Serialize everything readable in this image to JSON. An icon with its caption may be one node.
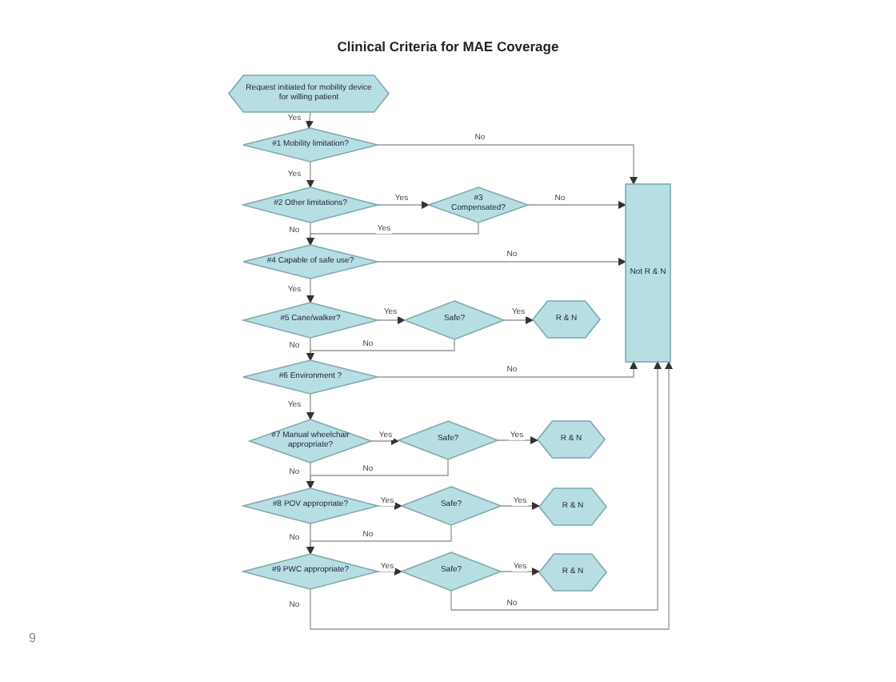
{
  "diagram": {
    "title": "Clinical Criteria for MAE Coverage",
    "nodes": [
      {
        "text": [
          "Request initiated for mobility device for willing patient"
        ]
      },
      {
        "text": [
          "#1 Mobility limitation?"
        ]
      },
      {
        "text": [
          "#2 Other limitations?"
        ]
      },
      {
        "text": [
          "#3 Compensated?"
        ]
      },
      {
        "text": [
          "Not R & N"
        ]
      },
      {
        "text": [
          "#4 Capable of safe use?"
        ]
      },
      {
        "text": [
          "#5 Cane/walker?"
        ]
      },
      {
        "text": [
          "Safe?"
        ]
      },
      {
        "text": [
          "R & N"
        ]
      },
      {
        "text": [
          "#6 Environment ?"
        ]
      },
      {
        "text": [
          "#7 Manual wheelchair appropriate?"
        ]
      },
      {
        "text": [
          "Safe?"
        ]
      },
      {
        "text": [
          "R & N"
        ]
      },
      {
        "text": [
          "#8 POV appropriate?"
        ]
      },
      {
        "text": [
          "Safe?"
        ]
      },
      {
        "text": [
          "R & N"
        ]
      },
      {
        "text": [
          "#9 PWC appropriate?"
        ]
      },
      {
        "text": [
          "Safe?"
        ]
      },
      {
        "text": [
          "R & N"
        ]
      }
    ],
    "edges": [
      {
        "from": 0,
        "to": 1,
        "arrow": "to",
        "label": "Yes"
      },
      {
        "from": 1,
        "to": 4,
        "arrow": "to",
        "label": "No"
      },
      {
        "from": 1,
        "to": 2,
        "arrow": "to",
        "label": "Yes"
      },
      {
        "from": 2,
        "to": 3,
        "arrow": "to",
        "label": "Yes"
      },
      {
        "from": 3,
        "to": 4,
        "arrow": "to",
        "label": "No"
      },
      {
        "from": 3,
        "to": 5,
        "arrow": "to",
        "label": "Yes"
      },
      {
        "from": 2,
        "to": 5,
        "arrow": "to",
        "label": "No"
      },
      {
        "from": 5,
        "to": 4,
        "arrow": "to",
        "label": "No"
      },
      {
        "from": 5,
        "to": 6,
        "arrow": "to",
        "label": "Yes"
      },
      {
        "from": 6,
        "to": 7,
        "arrow": "to",
        "label": "Yes"
      },
      {
        "from": 7,
        "to": 8,
        "arrow": "to",
        "label": "Yes"
      },
      {
        "from": 7,
        "to": 9,
        "arrow": "to",
        "label": "No"
      },
      {
        "from": 6,
        "to": 9,
        "arrow": "to",
        "label": "No"
      },
      {
        "from": 9,
        "to": 4,
        "arrow": "to",
        "label": "No"
      },
      {
        "from": 9,
        "to": 10,
        "arrow": "to",
        "label": "Yes"
      },
      {
        "from": 10,
        "to": 11,
        "arrow": "to",
        "label": "Yes"
      },
      {
        "from": 11,
        "to": 12,
        "arrow": "to",
        "label": "Yes"
      },
      {
        "from": 11,
        "to": 13,
        "arrow": "to",
        "label": "No"
      },
      {
        "from": 10,
        "to": 13,
        "arrow": "to",
        "label": "No"
      },
      {
        "from": 13,
        "to": 14,
        "arrow": "to",
        "label": "Yes"
      },
      {
        "from": 14,
        "to": 15,
        "arrow": "to",
        "label": "Yes"
      },
      {
        "from": 14,
        "to": 16,
        "arrow": "to",
        "label": "No"
      },
      {
        "from": 13,
        "to": 16,
        "arrow": "to",
        "label": "No"
      },
      {
        "from": 16,
        "to": 17,
        "arrow": "to",
        "label": "Yes"
      },
      {
        "from": 17,
        "to": 18,
        "arrow": "to",
        "label": "Yes"
      },
      {
        "from": 17,
        "to": 4,
        "arrow": "to",
        "label": "No"
      },
      {
        "from": 16,
        "to": 4,
        "arrow": "to",
        "label": "No"
      }
    ],
    "labels": [
      "9"
    ]
  }
}
